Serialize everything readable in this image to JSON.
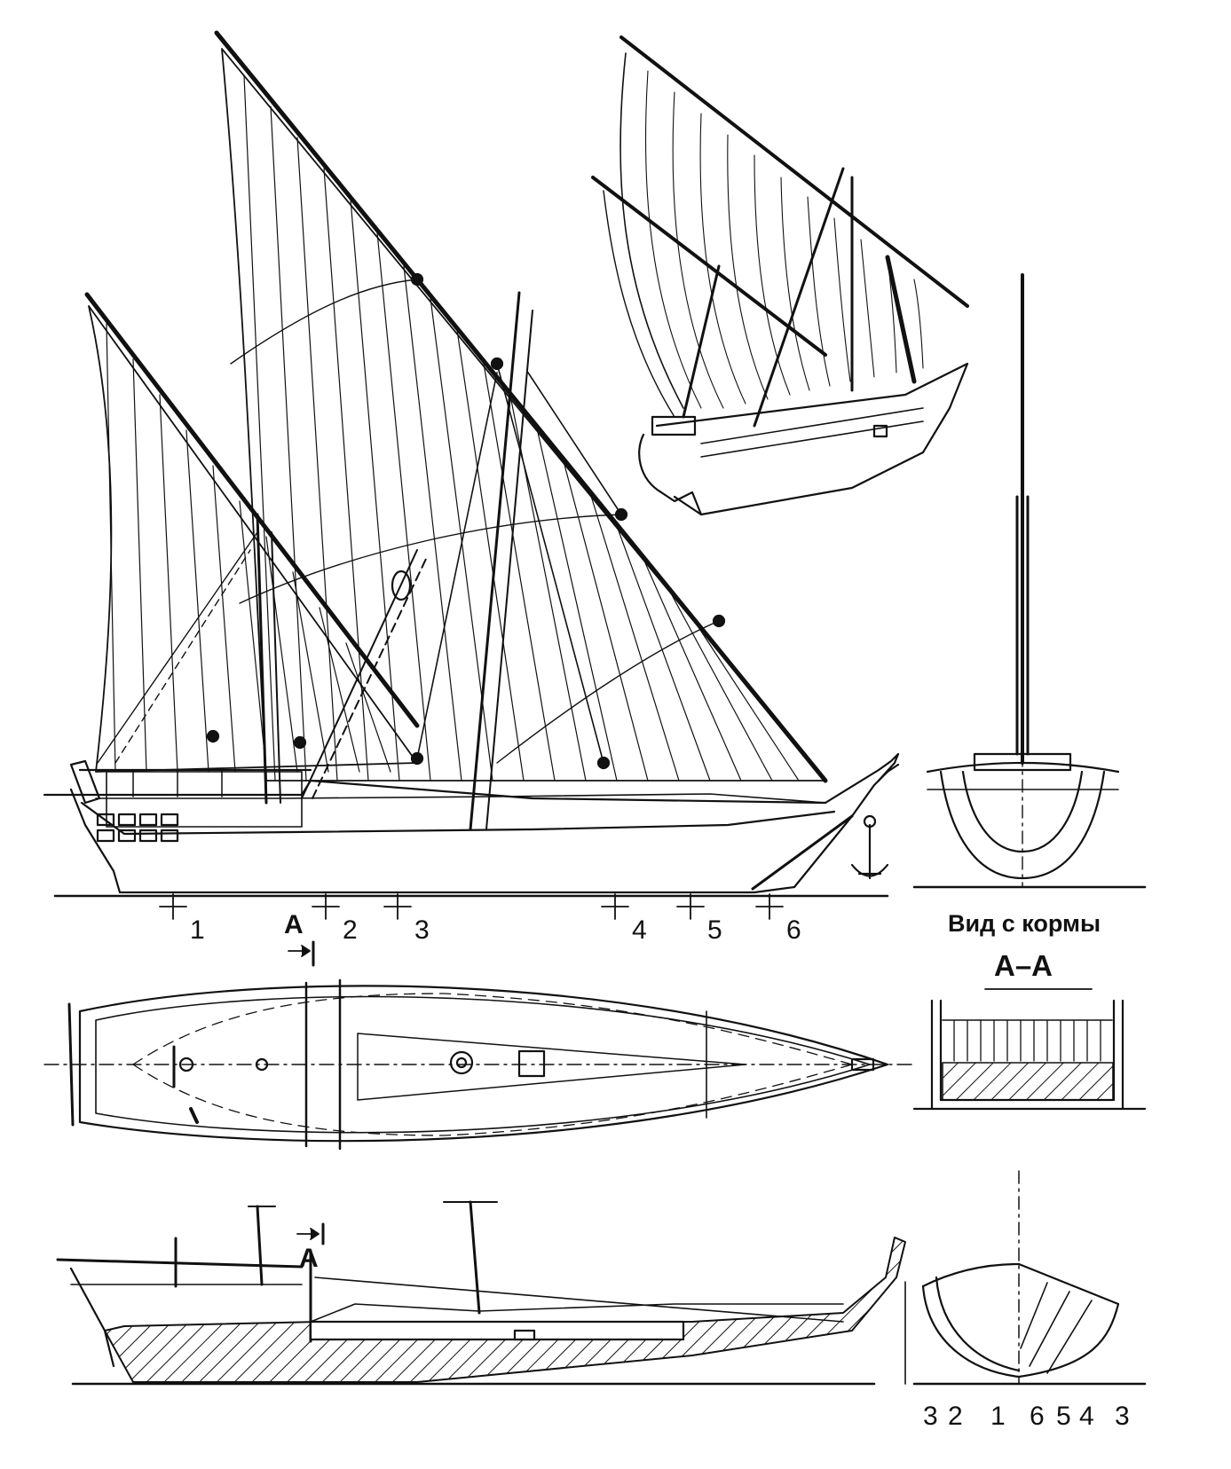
{
  "labels": {
    "stern_view": "Вид с кормы",
    "section_title": "А–А",
    "section_marker": "А",
    "station_numbers": [
      "1",
      "2",
      "3",
      "4",
      "5",
      "6"
    ],
    "body_plan_numbers": [
      "3",
      "2",
      "1",
      "6",
      "5",
      "4",
      "3"
    ]
  },
  "colors": {
    "ink": "#111111",
    "paper": "#ffffff"
  }
}
